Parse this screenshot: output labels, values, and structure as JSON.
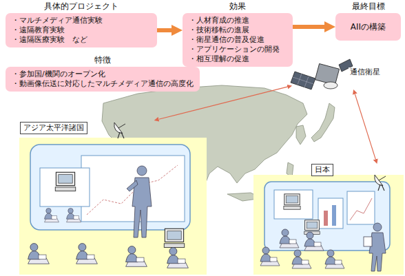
{
  "diagram": {
    "nodes": [
      {
        "text": [
          "具体的プロジェクト",
          "・マルチメディア通信実験",
          "・遠隔教育実験",
          "・遠隔医療実験　など"
        ]
      },
      {
        "text": [
          "効果",
          "・人材育成の推進",
          "・技術移転の進展",
          "・衛星通信の普及促進",
          "・アプリケーションの開発",
          "・相互理解の促進"
        ]
      },
      {
        "text": [
          "最終目標",
          "AIIの構築"
        ]
      },
      {
        "text": [
          "特徴",
          "・参加国/機関のオープン化",
          "・動画像伝送に対応したマルチメディア通信の高度化"
        ]
      },
      {
        "text": [
          "通信衛星"
        ]
      },
      {
        "text": [
          "アジア太平洋諸国"
        ]
      },
      {
        "text": [
          "日本"
        ]
      }
    ],
    "edges": [
      {
        "from": 0,
        "to": 1,
        "arrow": "to"
      },
      {
        "from": 1,
        "to": 2,
        "arrow": "to"
      },
      {
        "from": 4,
        "to": 5,
        "arrow": "both"
      },
      {
        "from": 4,
        "to": 6,
        "arrow": "both"
      }
    ]
  }
}
